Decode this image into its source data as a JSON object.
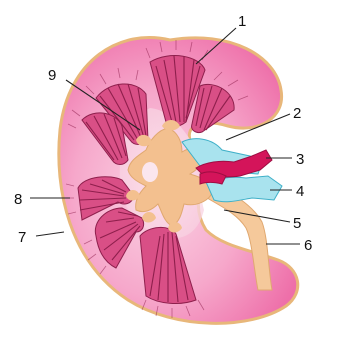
{
  "figure": {
    "labels": [
      {
        "id": "1",
        "text": "1"
      },
      {
        "id": "2",
        "text": "2"
      },
      {
        "id": "3",
        "text": "3"
      },
      {
        "id": "4",
        "text": "4"
      },
      {
        "id": "5",
        "text": "5"
      },
      {
        "id": "6",
        "text": "6"
      },
      {
        "id": "7",
        "text": "7"
      },
      {
        "id": "8",
        "text": "8"
      },
      {
        "id": "9",
        "text": "9"
      }
    ]
  },
  "colors": {
    "capsule_outline": "#e8b77a",
    "cortex_light": "#fde4ef",
    "cortex_deep": "#f07ab0",
    "pyramid_fill": "#d94f86",
    "pyramid_stripe": "#8e1f4c",
    "pelvis": "#f3c08f",
    "ureter": "#f5c99b",
    "artery": "#d4145a",
    "vein": "#a9e3ee",
    "leader_line": "#222222"
  }
}
